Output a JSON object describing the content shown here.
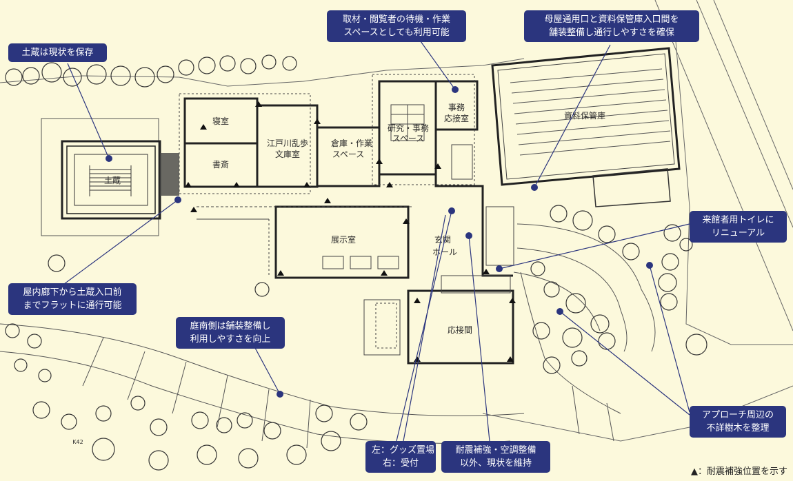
{
  "rooms": {
    "dozo": "土蔵",
    "shinshitsu": "寝室",
    "shosai": "書斎",
    "bunko_l1": "江戸川乱歩",
    "bunko_l2": "文庫室",
    "souko_l1": "倉庫・作業",
    "souko_l2": "スペース",
    "kenkyu_l1": "研究・事務",
    "kenkyu_l2": "スペース",
    "jimu_l1": "事務",
    "jimu_l2": "応接室",
    "shiryo": "資料保管庫",
    "tenji": "展示室",
    "genkan_l1": "玄関",
    "genkan_l2": "ホール",
    "osetsu": "応接間"
  },
  "callouts": {
    "dozo_keep": {
      "lines": [
        "土蔵は現状を保存"
      ]
    },
    "shuzai": {
      "lines": [
        "取材・閲覧者の待機・作業",
        "スペースとしても利用可能"
      ]
    },
    "omoya": {
      "lines": [
        "母屋通用口と資料保管庫入口間を",
        "舗装整備し通行しやすさを確保"
      ]
    },
    "toilet": {
      "lines": [
        "来館者用トイレに",
        "リニューアル"
      ]
    },
    "rouka": {
      "lines": [
        "屋内廊下から土蔵入口前",
        "までフラットに通行可能"
      ]
    },
    "niwa": {
      "lines": [
        "庭南側は舗装整備し",
        "利用しやすさを向上"
      ]
    },
    "goods": {
      "lines": [
        "左：グッズ置場",
        "右：受付"
      ]
    },
    "taishin": {
      "lines": [
        "耐震補強・空調整備",
        "以外、現状を維持"
      ]
    },
    "approach": {
      "lines": [
        "アプローチ周辺の",
        "不詳樹木を整理"
      ]
    }
  },
  "legend": {
    "marker": "▲",
    "text": "：耐震補強位置を示す"
  },
  "map_label": "K42",
  "colors": {
    "background": "#fcf9dc",
    "callout": "#2b357e",
    "wall": "#222222",
    "line": "#555555"
  }
}
